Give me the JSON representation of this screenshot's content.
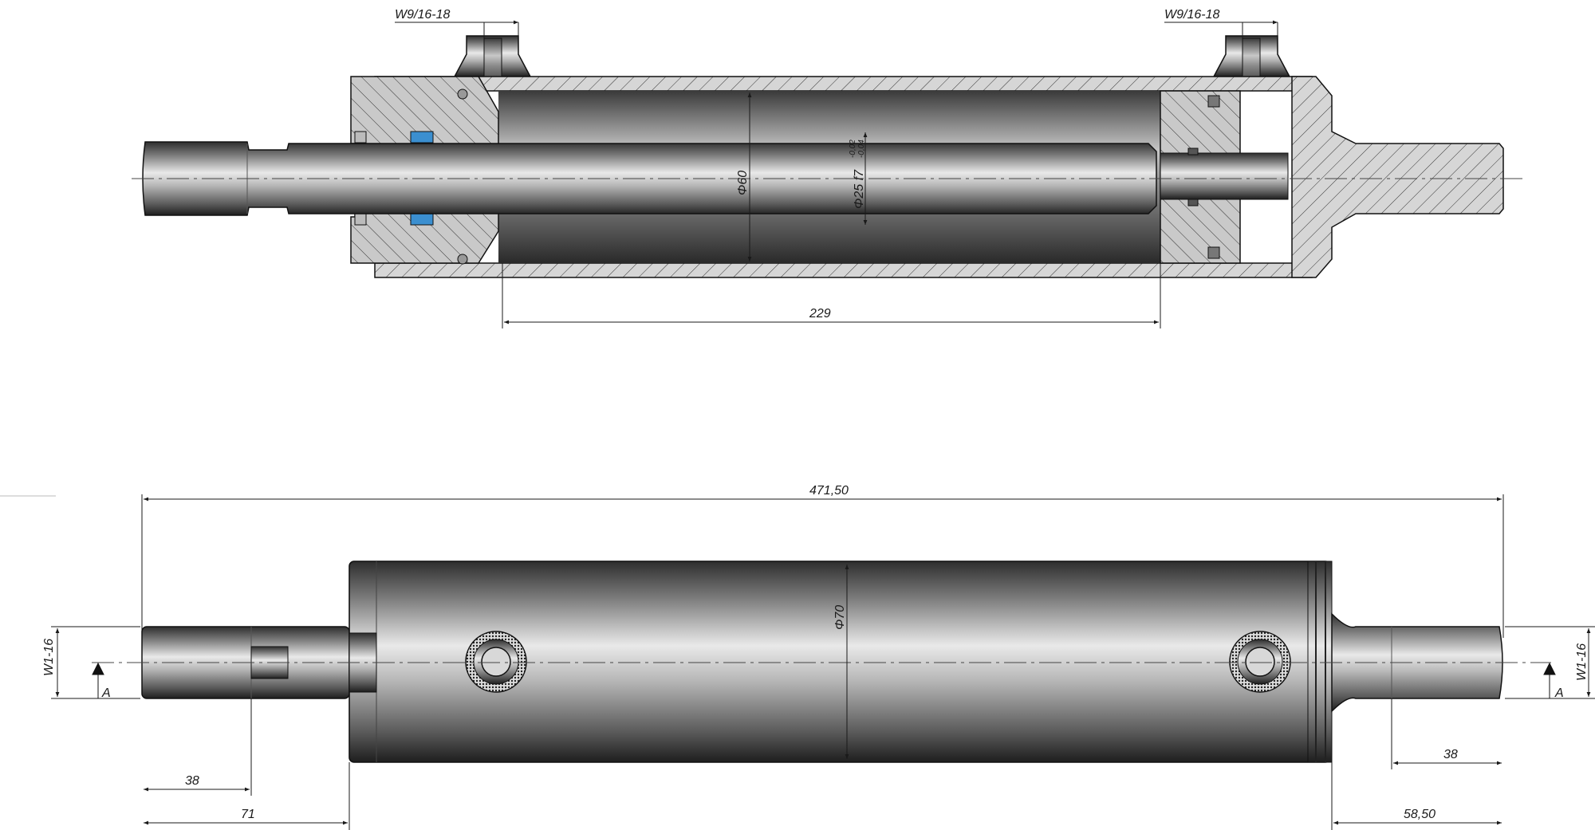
{
  "section_view": {
    "port_left_label": "W9/16-18",
    "port_right_label": "W9/16-18",
    "bore_label": "Φ60",
    "rod_label": "Φ25 f7",
    "rod_tol_upper": "-0,02",
    "rod_tol_lower": "-0,04",
    "stroke_label": "229"
  },
  "side_view": {
    "overall_length_label": "471,50",
    "barrel_label": "Φ70",
    "thread_left_label": "W1-16",
    "thread_right_label": "W1-16",
    "datum_left_label": "A",
    "datum_right_label": "A",
    "dim_38_left_label": "38",
    "dim_71_label": "71",
    "dim_38_right_label": "38",
    "dim_5850_label": "58,50"
  },
  "colors": {
    "steel_dark": "#3a3a3a",
    "steel_mid": "#8a8a8a",
    "steel_light": "#e0e0e0",
    "hatch_fill": "#d4d4d4",
    "seal_blue": "#3b8fd0"
  }
}
